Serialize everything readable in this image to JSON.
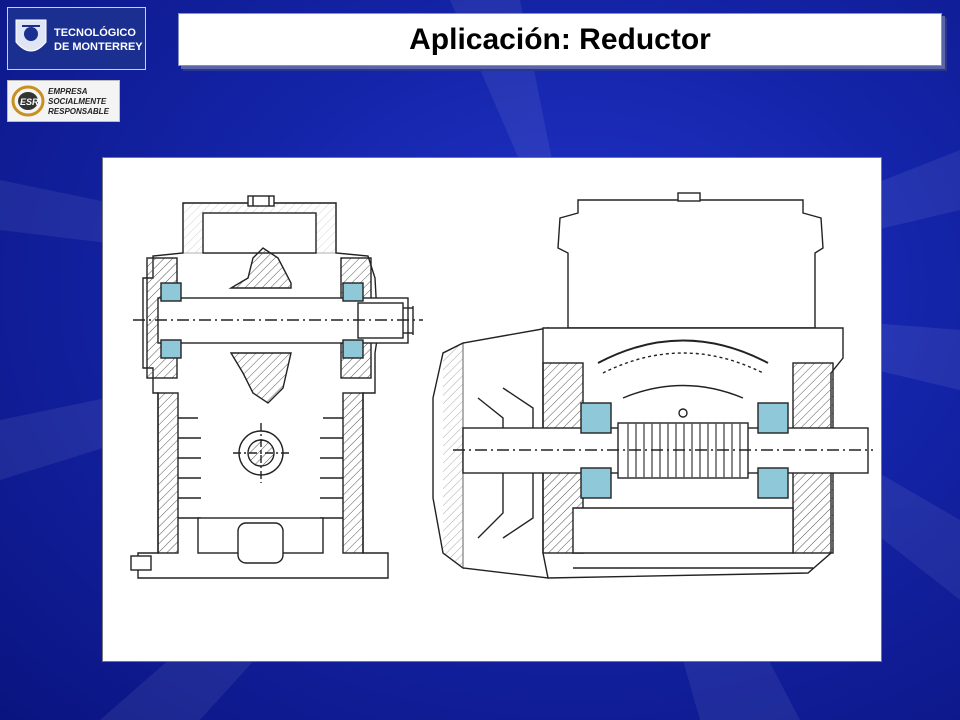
{
  "title": "Aplicación: Reductor",
  "logos": {
    "primary": {
      "line1": "TECNOLÓGICO",
      "line2": "DE MONTERREY"
    },
    "secondary": {
      "mark": "ESR",
      "line1": "EMPRESA",
      "line2": "SOCIALMENTE",
      "line3": "RESPONSABLE"
    }
  },
  "figure": {
    "description_icon": "gear-reducer-cross-section-drawing"
  },
  "colors": {
    "background": "#1424a8",
    "bearing": "#8fc8d8",
    "hatch": "#444444"
  }
}
